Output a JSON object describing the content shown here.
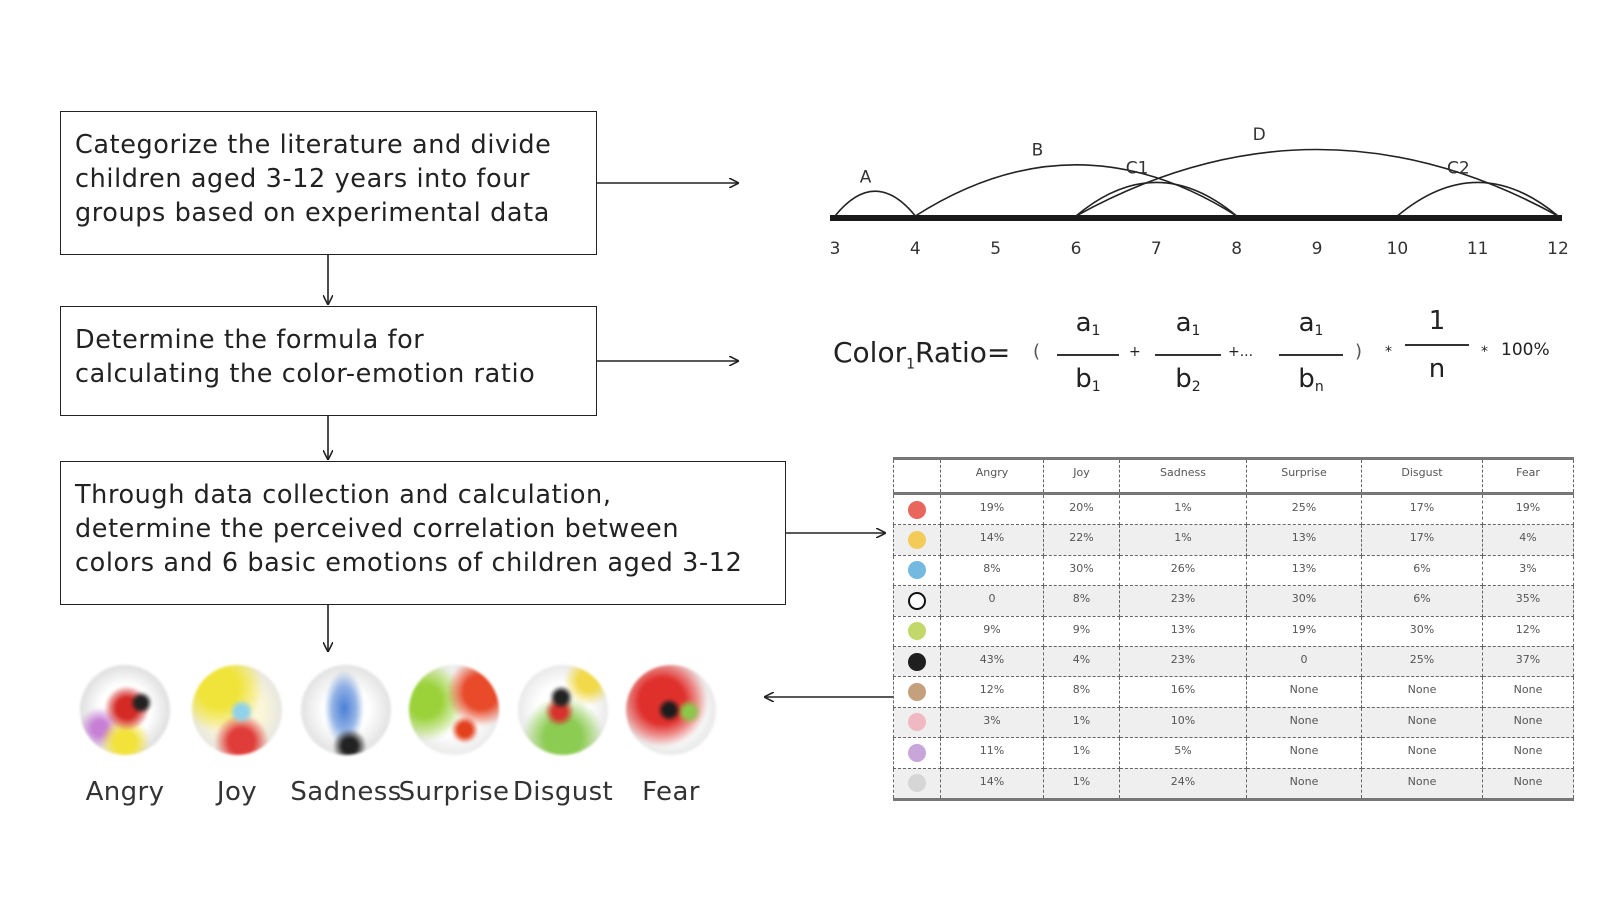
{
  "steps": {
    "step1": [
      "Categorize the literature and divide",
      "children aged 3-12 years into four",
      "groups based on experimental data"
    ],
    "step2": [
      "Determine the formula for",
      "calculating the color-emotion ratio"
    ],
    "step3": [
      "Through data collection and calculation,",
      "determine the perceived correlation between",
      "colors and 6 basic emotions of children aged 3-12"
    ]
  },
  "age_axis": {
    "ticks": [
      3,
      4,
      5,
      6,
      7,
      8,
      9,
      10,
      11,
      12
    ],
    "arcs": [
      {
        "label": "A",
        "from": 3,
        "to": 4
      },
      {
        "label": "B",
        "from": 4,
        "to": 8
      },
      {
        "label": "C1",
        "from": 6,
        "to": 8
      },
      {
        "label": "D",
        "from": 6,
        "to": 12
      },
      {
        "label": "C2",
        "from": 10,
        "to": 12
      }
    ]
  },
  "formula": {
    "lhs_a": "Color",
    "lhs_sub": "1",
    "lhs_b": "Ratio=",
    "open_paren": "(",
    "close_paren": ")",
    "plus": "+",
    "plus_more": "+...",
    "times": "*",
    "percent": "100%",
    "num": "a",
    "num_sub": "1",
    "den": "b",
    "den_subs": [
      "1",
      "2",
      "n"
    ],
    "one": "1",
    "n": "n"
  },
  "table": {
    "headers": [
      "",
      "Angry",
      "Joy",
      "Sadness",
      "Surprise",
      "Disgust",
      "Fear"
    ],
    "rows": [
      {
        "color": "#e8665c",
        "values": [
          "19%",
          "20%",
          "1%",
          "25%",
          "17%",
          "19%"
        ]
      },
      {
        "color": "#f3cb59",
        "values": [
          "14%",
          "22%",
          "1%",
          "13%",
          "17%",
          "4%"
        ]
      },
      {
        "color": "#74b9df",
        "values": [
          "8%",
          "30%",
          "26%",
          "13%",
          "6%",
          "3%"
        ]
      },
      {
        "color": "#ffffff",
        "values": [
          "0",
          "8%",
          "23%",
          "30%",
          "6%",
          "35%"
        ]
      },
      {
        "color": "#c3d86a",
        "values": [
          "9%",
          "9%",
          "13%",
          "19%",
          "30%",
          "12%"
        ]
      },
      {
        "color": "#1f1f1f",
        "values": [
          "43%",
          "4%",
          "23%",
          "0",
          "25%",
          "37%"
        ]
      },
      {
        "color": "#c4a07d",
        "values": [
          "12%",
          "8%",
          "16%",
          "None",
          "None",
          "None"
        ]
      },
      {
        "color": "#f0b8c2",
        "values": [
          "3%",
          "1%",
          "10%",
          "None",
          "None",
          "None"
        ]
      },
      {
        "color": "#c8a6d9",
        "values": [
          "11%",
          "1%",
          "5%",
          "None",
          "None",
          "None"
        ]
      },
      {
        "color": "#d6d6d6",
        "values": [
          "14%",
          "1%",
          "24%",
          "None",
          "None",
          "None"
        ]
      }
    ]
  },
  "emotions": [
    "Angry",
    "Joy",
    "Sadness",
    "Surprise",
    "Disgust",
    "Fear"
  ]
}
